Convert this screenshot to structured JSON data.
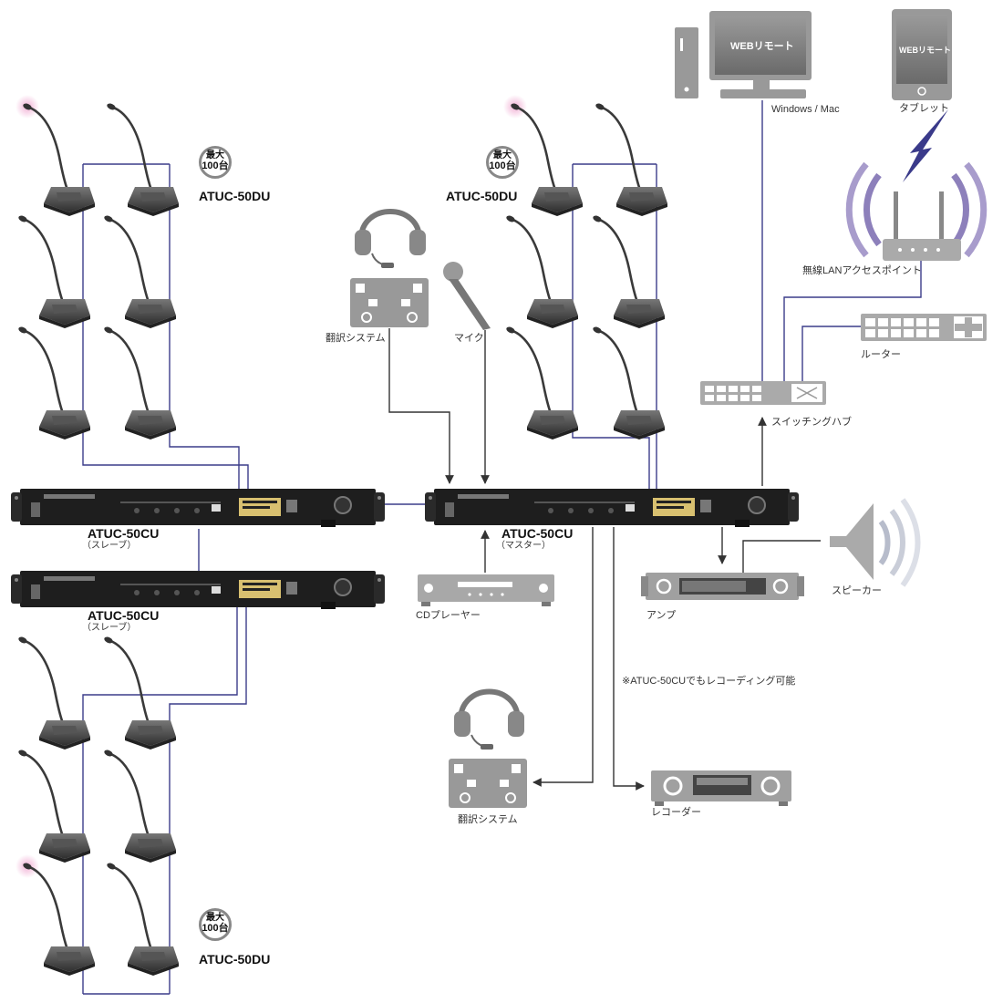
{
  "badge": {
    "line1": "最大",
    "line2": "100台"
  },
  "delegate_unit": {
    "model": "ATUC-50DU"
  },
  "control_units": {
    "slave_top": {
      "model": "ATUC-50CU",
      "role": "（スレーブ）"
    },
    "slave_bottom": {
      "model": "ATUC-50CU",
      "role": "（スレーブ）"
    },
    "master": {
      "model": "ATUC-50CU",
      "role": "（マスター）"
    }
  },
  "labels": {
    "translation_top": "翻訳システム",
    "mic": "マイク",
    "cd_player": "CDプレーヤー",
    "amp": "アンプ",
    "speaker": "スピーカー",
    "recording_note": "※ATUC-50CUでもレコーディング可能",
    "translation_bottom": "翻訳システム",
    "recorder": "レコーダー",
    "switching_hub": "スイッチングハブ",
    "router": "ルーター",
    "wlan_ap": "無線LANアクセスポイント",
    "windows_mac": "Windows / Mac",
    "tablet": "タブレット",
    "web_remote": "WEBリモート"
  },
  "colors": {
    "connection": "#3c3d8a",
    "signal": "#333333",
    "panel": "#1a1a1a",
    "highlight": "#e8a0c8"
  }
}
